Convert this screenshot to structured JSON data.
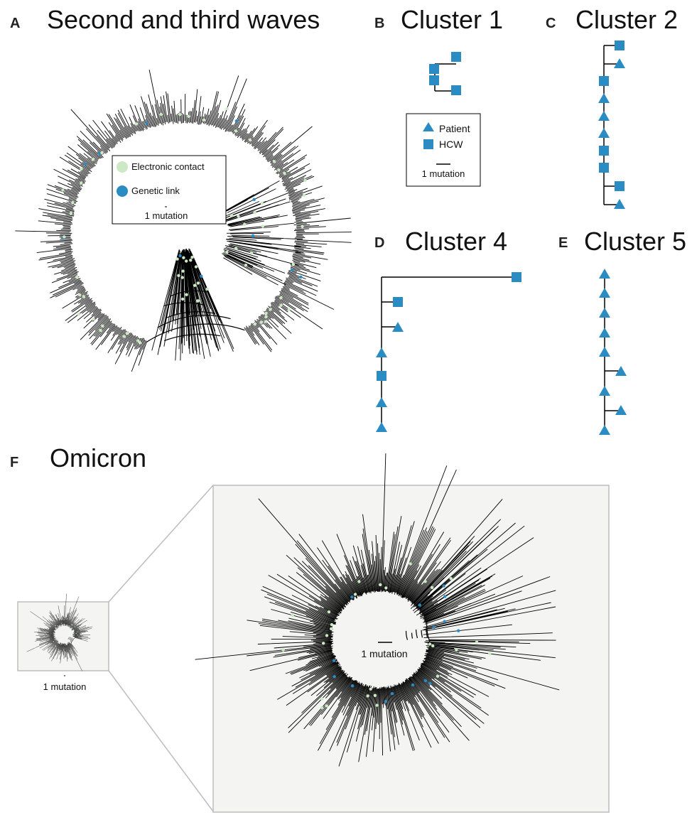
{
  "panels": {
    "A": {
      "letter": "A",
      "title": "Second and third waves"
    },
    "B": {
      "letter": "B",
      "title": "Cluster 1"
    },
    "C": {
      "letter": "C",
      "title": "Cluster 2"
    },
    "D": {
      "letter": "D",
      "title": "Cluster 4"
    },
    "E": {
      "letter": "E",
      "title": "Cluster 5"
    },
    "F": {
      "letter": "F",
      "title": "Omicron"
    }
  },
  "legend_A": {
    "electronic_contact": "Electronic contact",
    "genetic_link": "Genetic link",
    "scale": "1 mutation"
  },
  "legend_B": {
    "patient": "Patient",
    "hcw": "HCW",
    "scale": "1 mutation"
  },
  "omicron": {
    "scale_small": "1 mutation",
    "scale_large": "1 mutation"
  },
  "colors": {
    "electronic_contact": "#cde8c4",
    "genetic_link": "#2b8cc4",
    "patient_hcw": "#2b8cc4",
    "tree": "#000000",
    "inset_bg": "#f4f4f2",
    "inset_border": "#bdbdbd"
  },
  "clusters": {
    "cluster1": {
      "nodes": [
        "HCW",
        "HCW",
        "HCW",
        "HCW"
      ]
    },
    "cluster2": {
      "nodes": [
        "HCW",
        "Patient",
        "HCW",
        "Patient",
        "Patient",
        "Patient",
        "HCW",
        "HCW",
        "HCW",
        "Patient"
      ]
    },
    "cluster4": {
      "nodes": [
        "HCW",
        "HCW",
        "Patient",
        "Patient",
        "HCW",
        "Patient",
        "Patient"
      ]
    },
    "cluster5": {
      "nodes": [
        "Patient",
        "Patient",
        "Patient",
        "Patient",
        "Patient",
        "Patient",
        "Patient",
        "Patient",
        "Patient"
      ]
    }
  }
}
